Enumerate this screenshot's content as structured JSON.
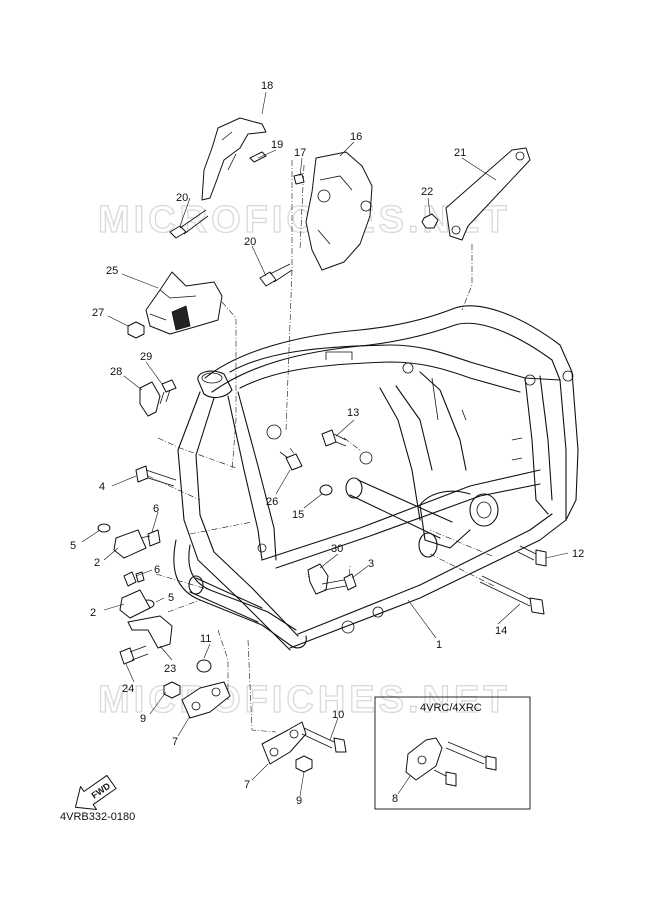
{
  "diagram": {
    "watermark": "MICROFICHES.NET",
    "variant_box_title": "4VRC/4XRC",
    "fwd_label": "FWD",
    "drawing_code": "4VRB332-0180",
    "callouts": [
      "1",
      "2",
      "2",
      "3",
      "4",
      "5",
      "5",
      "6",
      "6",
      "7",
      "7",
      "8",
      "9",
      "9",
      "10",
      "11",
      "12",
      "13",
      "14",
      "15",
      "16",
      "17",
      "18",
      "19",
      "20",
      "20",
      "21",
      "22",
      "23",
      "24",
      "25",
      "26",
      "27",
      "28",
      "29",
      "30"
    ]
  }
}
